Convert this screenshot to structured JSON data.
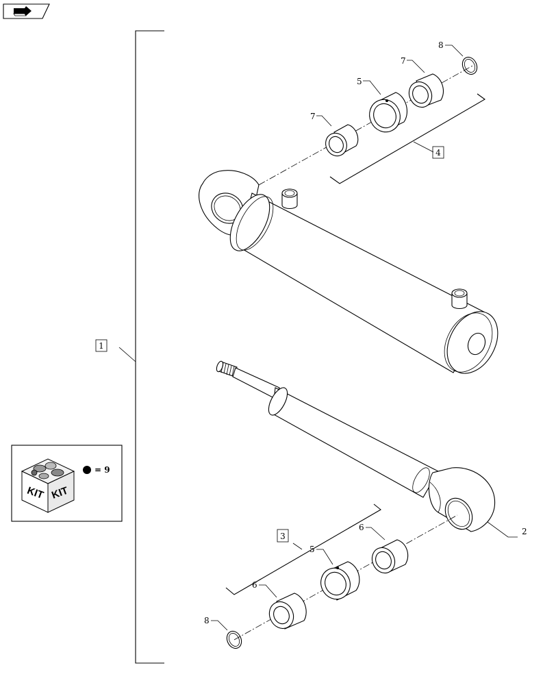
{
  "callouts": {
    "c1": "1",
    "c2": "2",
    "c3": "3",
    "c4": "4",
    "c5_top": "5",
    "c5_bottom": "5",
    "c6_upper": "6",
    "c6_lower": "6",
    "c7_left": "7",
    "c7_right": "7",
    "c8_top": "8",
    "c8_bottom": "8"
  },
  "kit_box": {
    "label_left": "KIT",
    "label_right": "KIT",
    "equals_text": "= 9"
  },
  "nav_icon": "navigate-arrow-icon"
}
